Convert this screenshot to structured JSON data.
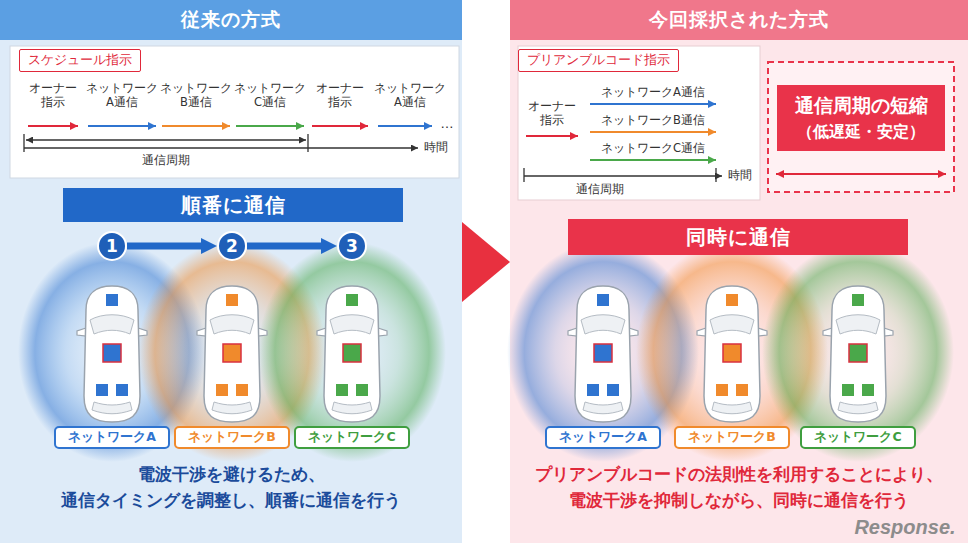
{
  "diagram": {
    "nodes": [
      {
        "text": [
          "従来の方式",
          "電波干渉を避けるため、 通信タイミングを調整し、順番に通信を行う"
        ]
      },
      {
        "text": [
          "スケジュール指示"
        ],
        "in": 0
      },
      {
        "text": [
          "順番に通信"
        ],
        "in": 0
      },
      {
        "text": [
          "1"
        ],
        "in": 0
      },
      {
        "text": [
          "2"
        ],
        "in": 0
      },
      {
        "text": [
          "3"
        ],
        "in": 0
      },
      {
        "text": [
          "ネットワークA"
        ],
        "in": 0
      },
      {
        "text": [
          "ネットワークB"
        ],
        "in": 0
      },
      {
        "text": [
          "ネットワークC"
        ],
        "in": 0
      },
      {
        "text": [
          "今回採択された方式",
          "プリアンブルコードの法則性を利用することにより、 電波干渉を抑制しながら、同時に通信を行う"
        ]
      },
      {
        "text": [
          "プリアンブルコード指示"
        ],
        "in": 9
      },
      {
        "text": [
          "通信周期の短縮",
          "（低遅延・安定）"
        ],
        "in": 9
      },
      {
        "text": [
          "同時に通信"
        ],
        "in": 9
      },
      {
        "text": [
          "ネットワークA"
        ],
        "in": 9
      },
      {
        "text": [
          "ネットワークB"
        ],
        "in": 9
      },
      {
        "text": [
          "ネットワークC"
        ],
        "in": 9
      }
    ],
    "edges": [
      {
        "from": 3,
        "to": 4,
        "arrow": "to"
      },
      {
        "from": 4,
        "to": 5,
        "arrow": "to"
      },
      {
        "from": 0,
        "to": 9,
        "arrow": "to"
      }
    ],
    "labels": [
      "オーナー 指示",
      "ネットワーク A通信",
      "ネットワーク B通信",
      "ネットワーク C通信",
      "オーナー 指示",
      "ネットワーク A通信",
      "…",
      "通信周期",
      "時間",
      "オーナー 指示",
      "ネットワークA通信",
      "ネットワークB通信",
      "ネットワークC通信",
      "通信周期",
      "時間",
      "Response."
    ]
  }
}
